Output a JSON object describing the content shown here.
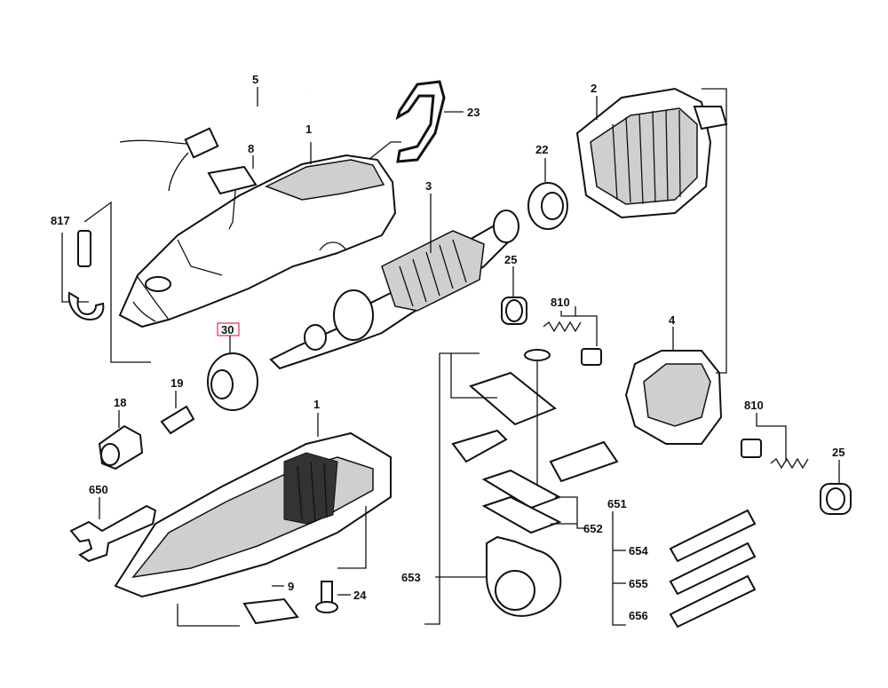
{
  "labels": {
    "p5": "5",
    "p23": "23",
    "p1_top": "1",
    "p8": "8",
    "p2": "2",
    "p22": "22",
    "p3": "3",
    "p817": "817",
    "p25_top": "25",
    "p810_top": "810",
    "p4": "4",
    "p30": "30",
    "p19": "19",
    "p18": "18",
    "p1_bottom": "1",
    "p810_right": "810",
    "p25_right": "25",
    "p650": "650",
    "p651": "651",
    "p652": "652",
    "p654": "654",
    "p655": "655",
    "p656": "656",
    "p653": "653",
    "p9": "9",
    "p24": "24"
  },
  "highlighted_label": "30",
  "colors": {
    "ink": "#111111",
    "highlight": "#e4002b",
    "background": "#ffffff"
  }
}
